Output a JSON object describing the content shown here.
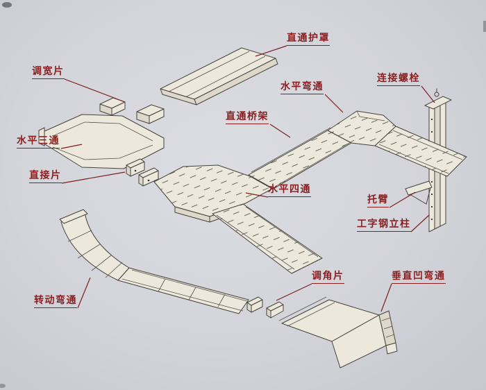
{
  "diagram": {
    "type": "cable-tray-assembly-illustration",
    "colors": {
      "background": "#d3d4da",
      "part_fill": "#ece8db",
      "line": "#45423c",
      "label": "#8b1f1f"
    },
    "labels": [
      {
        "id": "straight-cover",
        "text": "直通护罩"
      },
      {
        "id": "width-adjust-piece",
        "text": "调宽片"
      },
      {
        "id": "horizontal-bend",
        "text": "水平弯通"
      },
      {
        "id": "connecting-bolt",
        "text": "连接螺栓"
      },
      {
        "id": "straight-tray",
        "text": "直通桥架"
      },
      {
        "id": "horizontal-tee",
        "text": "水平三通"
      },
      {
        "id": "direct-piece",
        "text": "直接片"
      },
      {
        "id": "horizontal-cross",
        "text": "水平四通"
      },
      {
        "id": "support-arm",
        "text": "托臂"
      },
      {
        "id": "ibeam-column",
        "text": "工字钢立柱"
      },
      {
        "id": "angle-adjust-piece",
        "text": "调角片"
      },
      {
        "id": "vertical-concave-bend",
        "text": "垂直凹弯通"
      },
      {
        "id": "rotating-bend",
        "text": "转动弯通"
      }
    ]
  }
}
